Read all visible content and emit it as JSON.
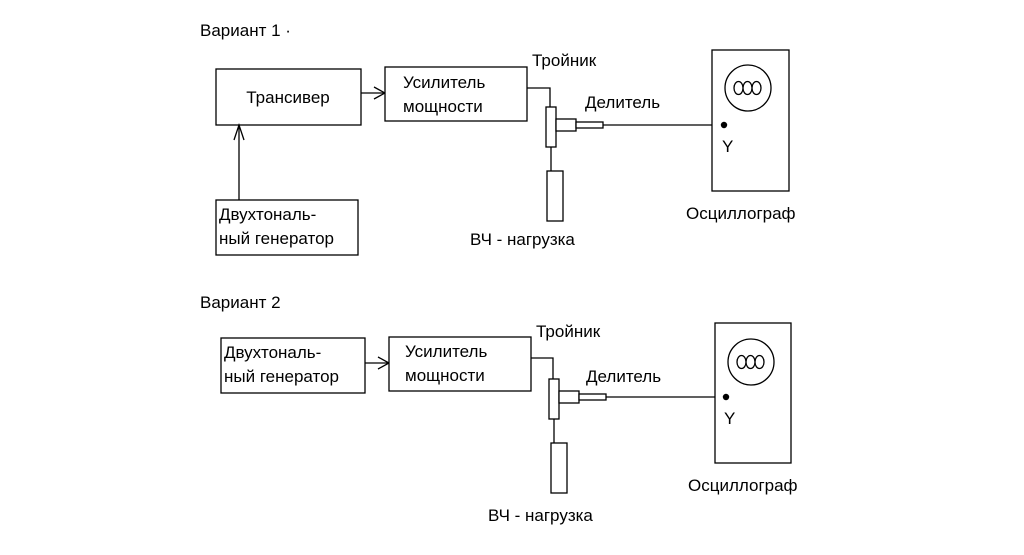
{
  "variant1": {
    "title": "Вариант 1 ·",
    "transceiver": "Трансивер",
    "amplifier_line1": "Усилитель",
    "amplifier_line2": "мощности",
    "generator_line1": "Двухтональ-",
    "generator_line2": "ный генератор",
    "tee": "Тройник",
    "divider": "Делитель",
    "load": "ВЧ - нагрузка",
    "scope": "Осциллограф",
    "scope_input": "Y"
  },
  "variant2": {
    "title": "Вариант 2",
    "generator_line1": "Двухтональ-",
    "generator_line2": "ный генератор",
    "amplifier_line1": "Усилитель",
    "amplifier_line2": "мощности",
    "tee": "Тройник",
    "divider": "Делитель",
    "load": "ВЧ - нагрузка",
    "scope": "Осциллограф",
    "scope_input": "Y"
  }
}
